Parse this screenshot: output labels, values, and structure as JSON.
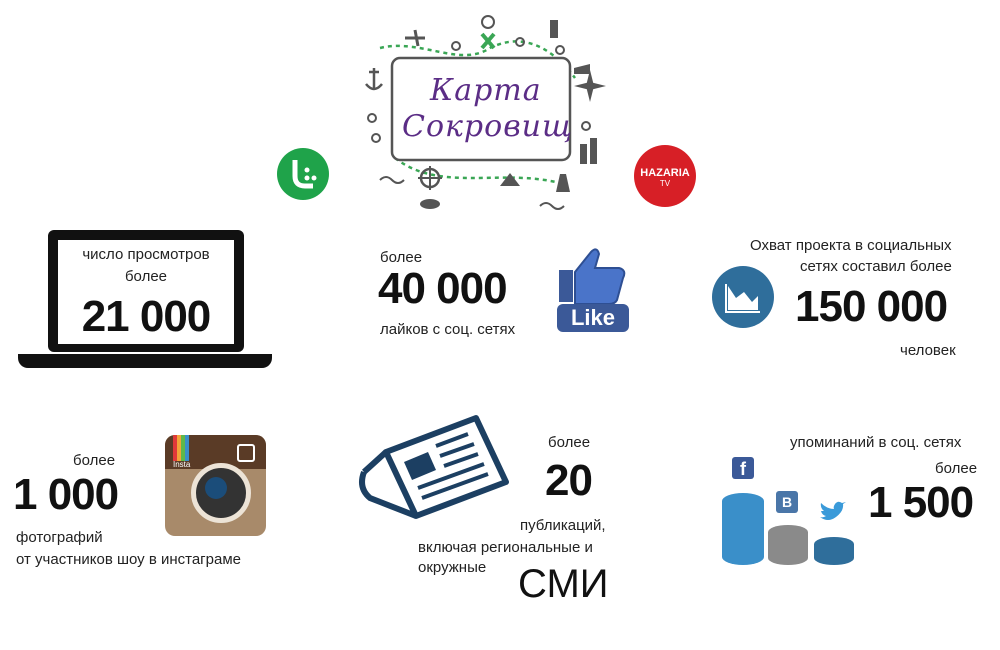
{
  "header": {
    "logo_title_line1": "Карта",
    "logo_title_line2": "Сокровищ",
    "partner_left_icon": "megafon-logo-icon",
    "partner_right_text_line1": "HAZARIA",
    "partner_right_text_line2": "TV"
  },
  "stats": {
    "views": {
      "label_line1": "число просмотров",
      "label_line2": "более",
      "value": "21 000",
      "icon": "laptop-icon"
    },
    "likes": {
      "prefix": "более",
      "value": "40 000",
      "label": "лайков с соц. сетях",
      "icon": "facebook-like-icon",
      "like_text": "Like"
    },
    "reach": {
      "label_line1": "Охват проекта в социальных",
      "label_line2": "сетях составил более",
      "value": "150 000",
      "suffix": "человек",
      "icon": "chart-circle-icon"
    },
    "photos": {
      "prefix": "более",
      "value": "1 000",
      "label_line1": "фотографий",
      "label_line2": "от участников шоу в инстаграме",
      "icon": "instagram-icon",
      "insta_text": "Insta"
    },
    "publications": {
      "prefix": "более",
      "value": "20",
      "label_line1": "публикаций,",
      "label_line2": "включая региональные и",
      "label_line3": "окружные",
      "smi": "СМИ",
      "icon": "newspaper-icon"
    },
    "mentions": {
      "label": "упоминаний в соц. сетях",
      "prefix": "более",
      "value": "1 500",
      "icons": [
        "facebook-icon",
        "vk-icon",
        "twitter-icon"
      ],
      "fb_letter": "f",
      "vk_letter": "B"
    }
  },
  "colors": {
    "logo_purple": "#5b2d86",
    "map_green": "#3aa655",
    "megafon_green": "#1fa34a",
    "hazaria_red": "#d71f26",
    "dark": "#111111",
    "steelblue": "#2f6e9b",
    "insta_brown": "#a88a6a",
    "cyl_blue": "#3a8fc9",
    "cyl_gray": "#8a8a8a"
  }
}
